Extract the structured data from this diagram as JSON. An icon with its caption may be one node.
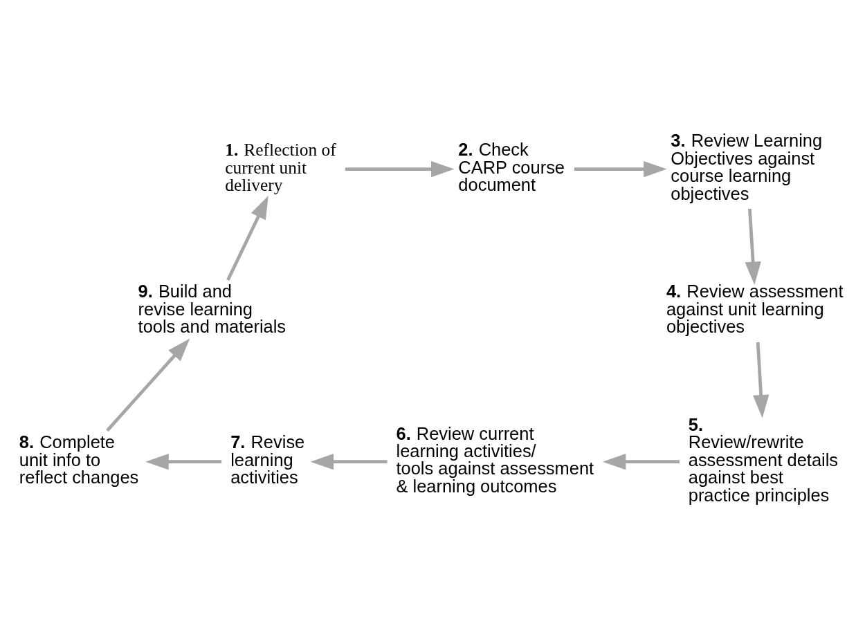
{
  "diagram": {
    "nodes": [
      {
        "text": [
          "**1.** Reflection of current unit delivery"
        ]
      },
      {
        "text": [
          "**2.** Check CARP course document"
        ]
      },
      {
        "text": [
          "**3.** Review Learning Objectives against course learning objectives"
        ]
      },
      {
        "text": [
          "**4.** Review assessment against unit learning objectives"
        ]
      },
      {
        "text": [
          "**5.** Review/rewrite assessment details against best practice principles"
        ]
      },
      {
        "text": [
          "**6.** Review current learning activities/ tools against assessment & learning outcomes"
        ]
      },
      {
        "text": [
          "**7.** Revise learning activities"
        ]
      },
      {
        "text": [
          "**8.** Complete unit info to reflect changes"
        ]
      },
      {
        "text": [
          "**9.** Build and revise learning tools and materials"
        ]
      }
    ],
    "edges": [
      {
        "from": 0,
        "to": 1,
        "arrow": "to"
      },
      {
        "from": 1,
        "to": 2,
        "arrow": "to"
      },
      {
        "from": 2,
        "to": 3,
        "arrow": "to"
      },
      {
        "from": 3,
        "to": 4,
        "arrow": "to"
      },
      {
        "from": 4,
        "to": 5,
        "arrow": "to"
      },
      {
        "from": 5,
        "to": 6,
        "arrow": "to"
      },
      {
        "from": 6,
        "to": 7,
        "arrow": "to"
      },
      {
        "from": 7,
        "to": 8,
        "arrow": "to"
      },
      {
        "from": 8,
        "to": 0,
        "arrow": "to"
      }
    ]
  }
}
